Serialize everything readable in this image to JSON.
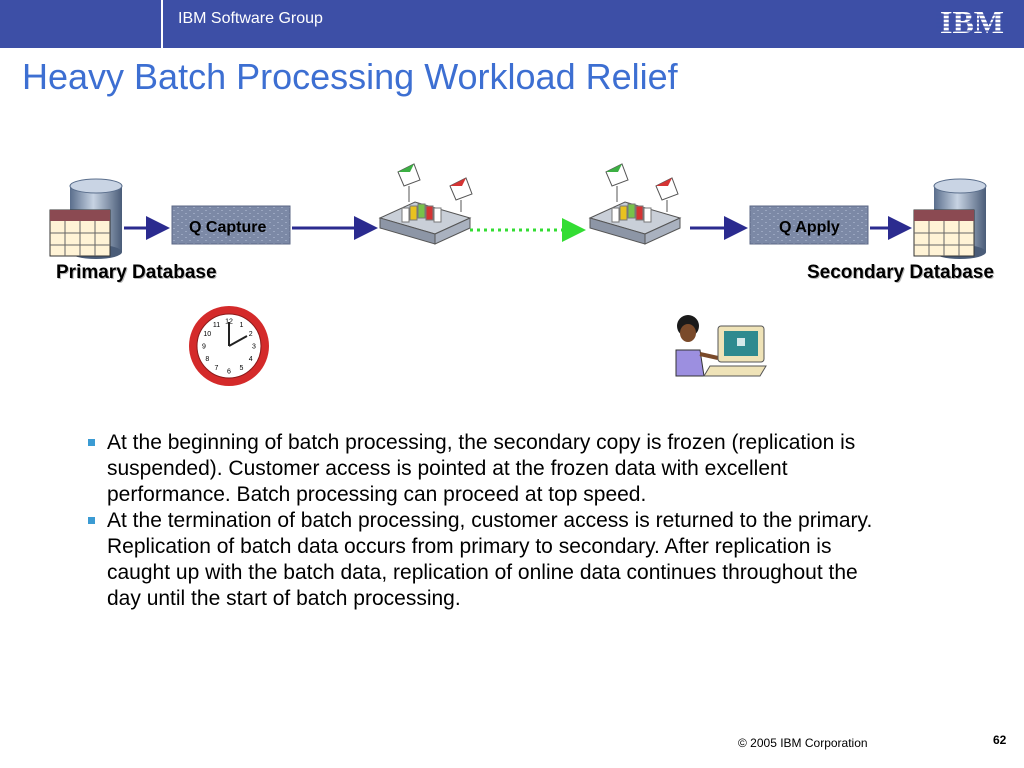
{
  "header": {
    "group": "IBM Software Group",
    "logo_text": "IBM"
  },
  "title": "Heavy Batch Processing Workload Relief",
  "diagram": {
    "primary_db_label": "Primary Database",
    "secondary_db_label": "Secondary Database",
    "capture_label": "Q Capture",
    "apply_label": "Q Apply",
    "clock_numbers": [
      "12",
      "1",
      "2",
      "3",
      "4",
      "5",
      "6",
      "7",
      "8",
      "9",
      "10",
      "11"
    ]
  },
  "bullets": [
    "At the beginning of batch processing, the secondary copy is frozen (replication is suspended).   Customer access is pointed at  the frozen data with excellent performance.  Batch processing can proceed at top speed.",
    "At the termination of batch processing, customer access is returned to the primary.  Replication of batch data occurs from primary to secondary.  After replication is caught up with the batch data, replication of online data continues throughout the day until the start of batch processing."
  ],
  "footer": {
    "copyright": "© 2005 IBM Corporation",
    "page_number": "62"
  },
  "colors": {
    "header_bg": "#3d4fa6",
    "title": "#3d6fd2",
    "bullet": "#3b9bd3",
    "arrow": "#2b2b8f",
    "link_dotted": "#33dd33"
  }
}
